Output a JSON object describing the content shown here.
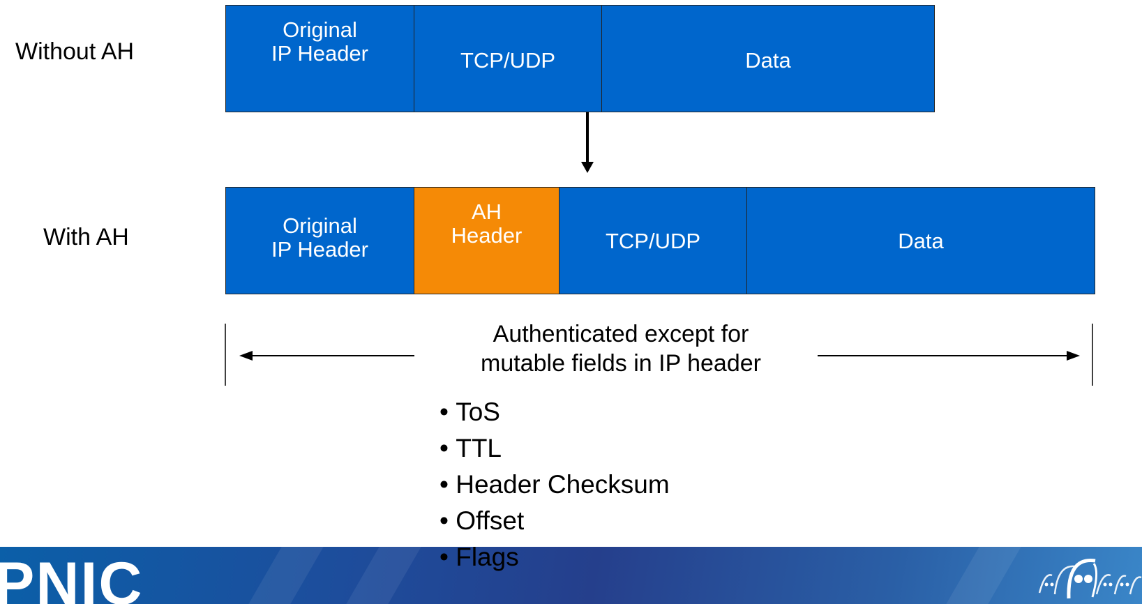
{
  "rows": {
    "without_label": "Without AH",
    "with_label": "With AH"
  },
  "without_ah": {
    "cells": [
      "Original\nIP Header",
      "TCP/UDP",
      "Data"
    ]
  },
  "with_ah": {
    "cells": [
      "Original\nIP Header",
      "AH\nHeader",
      "TCP/UDP",
      "Data"
    ]
  },
  "caption": "Authenticated except for\nmutable fields in IP header",
  "mutable_fields": [
    "ToS",
    "TTL",
    "Header Checksum",
    "Offset",
    "Flags"
  ],
  "footer": {
    "logo_text": "PNIC"
  },
  "colors": {
    "packet_blue": "#0066cc",
    "ah_orange": "#f58a06",
    "footer_blue": "#253f8c"
  },
  "icons": [
    "down-arrow-icon",
    "left-arrow-icon",
    "right-arrow-icon",
    "logo-graphic-icon"
  ]
}
